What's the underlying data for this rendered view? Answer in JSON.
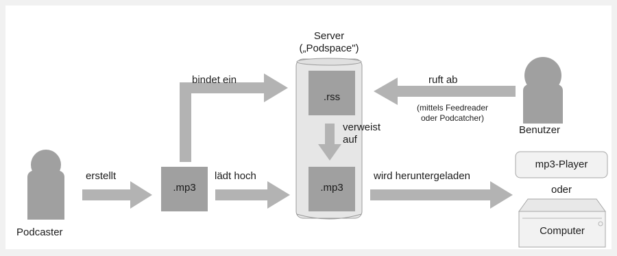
{
  "server": {
    "title_line1": "Server",
    "title_line2": "(„Podspace\")"
  },
  "files": {
    "rss": ".rss",
    "mp3_server": ".mp3",
    "mp3_local": ".mp3"
  },
  "actions": {
    "bindet_ein": "bindet ein",
    "ruft_ab": "ruft ab",
    "ruft_ab_note_line1": "(mittels Feedreader",
    "ruft_ab_note_line2": "oder Podcatcher)",
    "verweist_line1": "verweist",
    "verweist_line2": "auf",
    "erstellt": "erstellt",
    "laedt_hoch": "lädt hoch",
    "heruntergeladen": "wird heruntergeladen"
  },
  "actors": {
    "podcaster": "Podcaster",
    "benutzer": "Benutzer"
  },
  "devices": {
    "player": "mp3-Player",
    "oder": "oder",
    "computer": "Computer"
  },
  "colors": {
    "shape": "#a0a0a0",
    "arrow": "#b3b3b3",
    "server_bg": "#e6e6e6",
    "panel": "#ffffff"
  }
}
